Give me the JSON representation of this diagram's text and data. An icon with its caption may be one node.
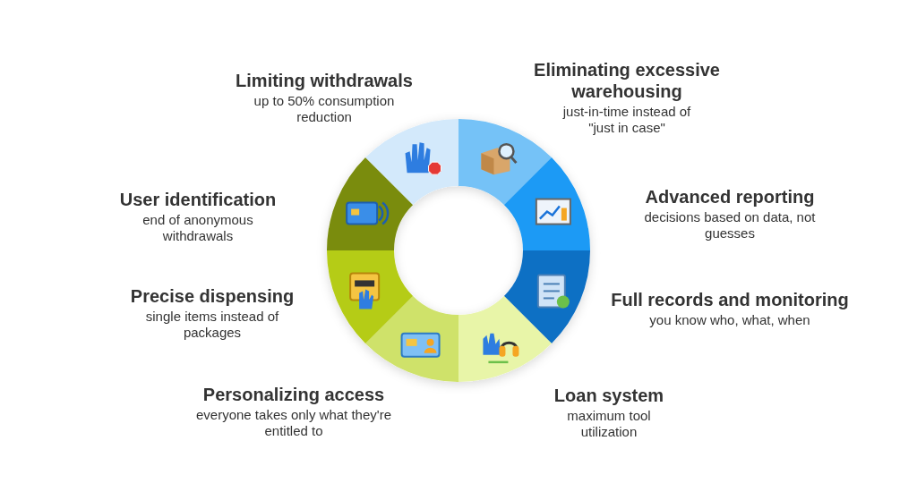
{
  "diagram": {
    "nodes": [
      {
        "text": [
          "Eliminating excessive warehousing",
          "just-in-time instead of \"just in case\""
        ]
      },
      {
        "text": [
          "Advanced reporting",
          "decisions based on data, not guesses"
        ]
      },
      {
        "text": [
          "Full records and monitoring",
          "you know who, what, when"
        ]
      },
      {
        "text": [
          "Loan system",
          "maximum tool utilization"
        ]
      },
      {
        "text": [
          "Personalizing access",
          "everyone takes only what they're entitled to"
        ]
      },
      {
        "text": [
          "Precise dispensing",
          "single items instead of packages"
        ]
      },
      {
        "text": [
          "User identification",
          "end of anonymous withdrawals"
        ]
      },
      {
        "text": [
          "Limiting withdrawals",
          "up to 50% consumption reduction"
        ]
      }
    ],
    "edges": []
  }
}
